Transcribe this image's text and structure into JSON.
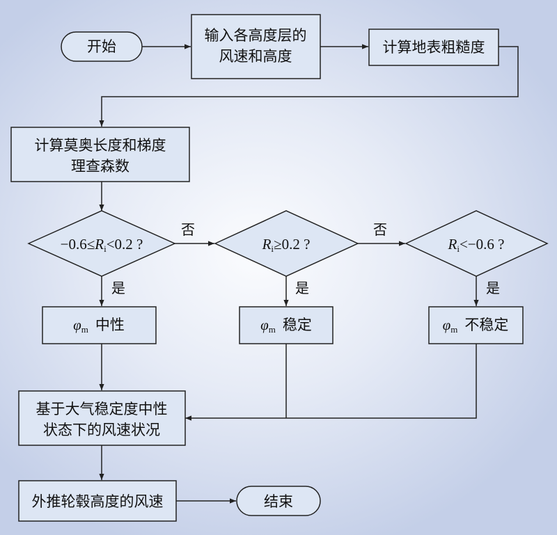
{
  "flowchart": {
    "start": "开始",
    "input": [
      "输入各高度层的",
      "风速和高度"
    ],
    "roughness": "计算地表粗糙度",
    "monin": [
      "计算莫奥长度和梯度",
      "理查森数"
    ],
    "decision1": {
      "lower": "−0.6≤",
      "sym": "R",
      "sub": "i",
      "upper": "<0.2 ?"
    },
    "decision2": {
      "sym": "R",
      "sub": "i",
      "cond": "≥0.2 ?"
    },
    "decision3": {
      "sym": "R",
      "sub": "i",
      "cond": "<−0.6 ?"
    },
    "phi_symbol": "φ",
    "phi_sub": "m",
    "neutral": "中性",
    "stable": "稳定",
    "unstable": "不稳定",
    "neutral_state": [
      "基于大气稳定度中性",
      "状态下的风速状况"
    ],
    "extrapolate": "外推轮毂高度的风速",
    "end": "结束",
    "yes": "是",
    "no": "否"
  }
}
